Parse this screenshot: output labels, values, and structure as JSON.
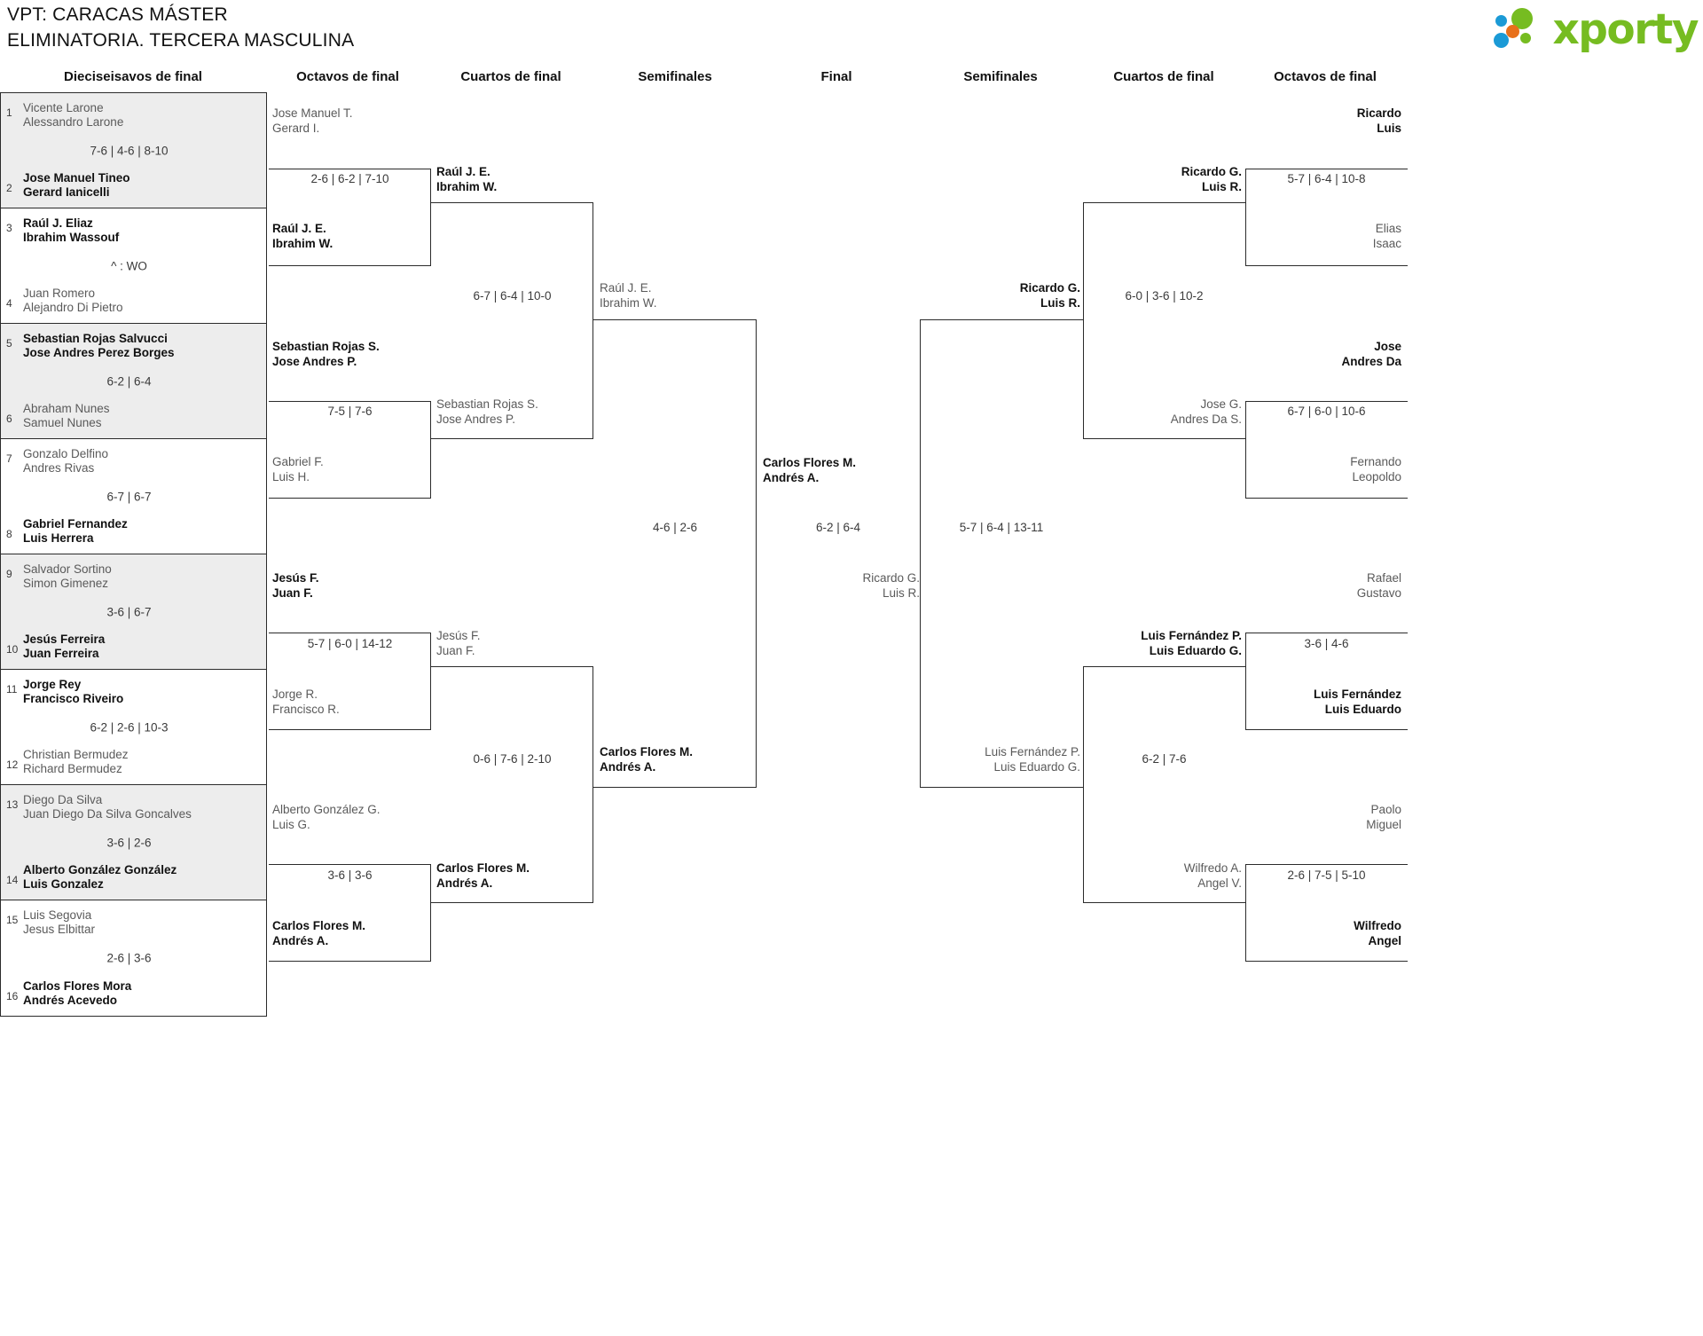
{
  "header": {
    "title_line1": "VPT: CARACAS MÁSTER",
    "title_line2": "ELIMINATORIA. TERCERA MASCULINA",
    "logo_word": "xporty"
  },
  "round_headers": {
    "l1": "Dieciseisavos de final",
    "l2": "Octavos de final",
    "l3": "Cuartos de final",
    "l4": "Semifinales",
    "final": "Final",
    "r4": "Semifinales",
    "r3": "Cuartos de final",
    "r2": "Octavos de final"
  },
  "round1": [
    {
      "seed_top": "1",
      "top_p1": "Vicente Larone",
      "top_p2": "Alessandro Larone",
      "top_win": false,
      "score": "7-6 | 4-6 | 8-10",
      "seed_bot": "2",
      "bot_p1": "Jose Manuel Tineo",
      "bot_p2": "Gerard Ianicelli",
      "bot_win": true
    },
    {
      "seed_top": "3",
      "top_p1": "Raúl J. Eliaz",
      "top_p2": "Ibrahim Wassouf",
      "top_win": true,
      "score": "^ : WO",
      "seed_bot": "4",
      "bot_p1": "Juan Romero",
      "bot_p2": "Alejandro Di Pietro",
      "bot_win": false
    },
    {
      "seed_top": "5",
      "top_p1": "Sebastian Rojas Salvucci",
      "top_p2": "Jose Andres Perez Borges",
      "top_win": true,
      "score": "6-2 | 6-4",
      "seed_bot": "6",
      "bot_p1": "Abraham Nunes",
      "bot_p2": "Samuel Nunes",
      "bot_win": false
    },
    {
      "seed_top": "7",
      "top_p1": "Gonzalo Delfino",
      "top_p2": "Andres Rivas",
      "top_win": false,
      "score": "6-7 | 6-7",
      "seed_bot": "8",
      "bot_p1": "Gabriel Fernandez",
      "bot_p2": "Luis Herrera",
      "bot_win": true
    },
    {
      "seed_top": "9",
      "top_p1": "Salvador Sortino",
      "top_p2": "Simon Gimenez",
      "top_win": false,
      "score": "3-6 | 6-7",
      "seed_bot": "10",
      "bot_p1": "Jesús Ferreira",
      "bot_p2": "Juan Ferreira",
      "bot_win": true
    },
    {
      "seed_top": "11",
      "top_p1": "Jorge Rey",
      "top_p2": "Francisco Riveiro",
      "top_win": true,
      "score": "6-2 | 2-6 | 10-3",
      "seed_bot": "12",
      "bot_p1": "Christian Bermudez",
      "bot_p2": "Richard Bermudez",
      "bot_win": false
    },
    {
      "seed_top": "13",
      "top_p1": "Diego Da Silva",
      "top_p2": "Juan Diego Da Silva Goncalves",
      "top_win": false,
      "score": "3-6 | 2-6",
      "seed_bot": "14",
      "bot_p1": "Alberto González González",
      "bot_p2": "Luis Gonzalez",
      "bot_win": true
    },
    {
      "seed_top": "15",
      "top_p1": "Luis Segovia",
      "top_p2": "Jesus Elbittar",
      "top_win": false,
      "score": "2-6 | 3-6",
      "seed_bot": "16",
      "bot_p1": "Carlos Flores Mora",
      "bot_p2": "Andrés Acevedo",
      "bot_win": true
    }
  ],
  "left_r2": [
    {
      "top_p1": "Jose Manuel T.",
      "top_p2": "Gerard I.",
      "top_win": false,
      "score": "2-6 | 6-2 | 7-10",
      "bot_p1": "Raúl J. E.",
      "bot_p2": "Ibrahim W.",
      "bot_win": true
    },
    {
      "top_p1": "Sebastian Rojas S.",
      "top_p2": "Jose Andres P.",
      "top_win": true,
      "score": "7-5 | 7-6",
      "bot_p1": "Gabriel F.",
      "bot_p2": "Luis H.",
      "bot_win": false
    },
    {
      "top_p1": "Jesús F.",
      "top_p2": "Juan F.",
      "top_win": true,
      "score": "5-7 | 6-0 | 14-12",
      "bot_p1": "Jorge R.",
      "bot_p2": "Francisco R.",
      "bot_win": false
    },
    {
      "top_p1": "Alberto González G.",
      "top_p2": "Luis G.",
      "top_win": false,
      "score": "3-6 | 3-6",
      "bot_p1": "Carlos Flores M.",
      "bot_p2": "Andrés A.",
      "bot_win": true
    }
  ],
  "left_r3": [
    {
      "top_p1": "Raúl J. E.",
      "top_p2": "Ibrahim W.",
      "top_win": true,
      "score": "6-7 | 6-4 | 10-0",
      "bot_p1": "Sebastian Rojas S.",
      "bot_p2": "Jose Andres P.",
      "bot_win": false
    },
    {
      "top_p1": "Jesús F.",
      "top_p2": "Juan F.",
      "top_win": false,
      "score": "0-6 | 7-6 | 2-10",
      "bot_p1": "Carlos Flores M.",
      "bot_p2": "Andrés A.",
      "bot_win": true
    }
  ],
  "left_r4": [
    {
      "top_p1": "Raúl J. E.",
      "top_p2": "Ibrahim W.",
      "top_win": false,
      "score": "4-6 | 2-6",
      "bot_p1": "Carlos Flores M.",
      "bot_p2": "Andrés A.",
      "bot_win": true
    }
  ],
  "final": {
    "top_p1": "Carlos Flores M.",
    "top_p2": "Andrés A.",
    "top_win": true,
    "score": "6-2 | 6-4",
    "bot_p1": "Ricardo G.",
    "bot_p2": "Luis R.",
    "bot_win": false
  },
  "right_r4": [
    {
      "top_p1": "Ricardo G.",
      "top_p2": "Luis R.",
      "top_win": true,
      "score": "5-7 | 6-4 | 13-11",
      "bot_p1": "Luis Fernández P.",
      "bot_p2": "Luis Eduardo G.",
      "bot_win": false
    }
  ],
  "right_r3": [
    {
      "top_p1": "Ricardo G.",
      "top_p2": "Luis R.",
      "top_win": true,
      "score": "6-0 | 3-6 | 10-2",
      "bot_p1": "Jose G.",
      "bot_p2": "Andres Da S.",
      "bot_win": false
    },
    {
      "top_p1": "Luis Fernández P.",
      "top_p2": "Luis Eduardo G.",
      "top_win": true,
      "score": "6-2 | 7-6",
      "bot_p1": "Wilfredo A.",
      "bot_p2": "Angel V.",
      "bot_win": false
    }
  ],
  "right_r2": [
    {
      "top_p1": "Ricardo",
      "top_p2": "Luis",
      "top_win": true,
      "score": "5-7 | 6-4 | 10-8",
      "bot_p1": "Elias",
      "bot_p2": "Isaac",
      "bot_win": false
    },
    {
      "top_p1": "Jose",
      "top_p2": "Andres Da",
      "top_win": true,
      "score": "6-7 | 6-0 | 10-6",
      "bot_p1": "Fernando",
      "bot_p2": "Leopoldo",
      "bot_win": false
    },
    {
      "top_p1": "Rafael",
      "top_p2": "Gustavo",
      "top_win": false,
      "score": "3-6 | 4-6",
      "bot_p1": "Luis Fernández",
      "bot_p2": "Luis Eduardo",
      "bot_win": true
    },
    {
      "top_p1": "Paolo",
      "top_p2": "Miguel",
      "top_win": false,
      "score": "2-6 | 7-5 | 5-10",
      "bot_p1": "Wilfredo",
      "bot_p2": "Angel",
      "bot_win": true
    }
  ],
  "colors": {
    "logo_green": "#76bc21",
    "logo_blue": "#1b9ad6",
    "logo_orange": "#e8701a",
    "row_alt": "#ededed",
    "line": "#2b2b2b"
  }
}
